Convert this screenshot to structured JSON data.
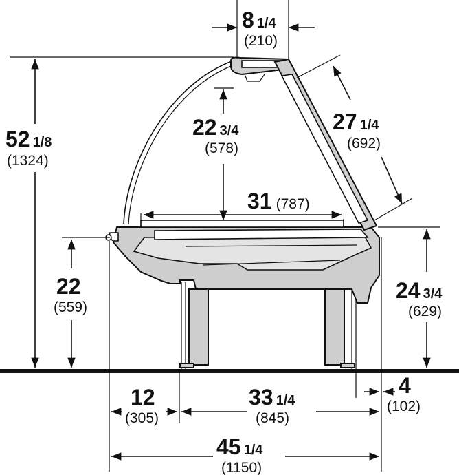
{
  "dimensions": {
    "top_width": {
      "whole": "8",
      "frac": "1/4",
      "mm": "(210)"
    },
    "total_height": {
      "whole": "52",
      "frac": "1/8",
      "mm": "(1324)"
    },
    "inner_height": {
      "whole": "22",
      "frac": "3/4",
      "mm": "(578)"
    },
    "glass_length": {
      "whole": "27",
      "frac": "1/4",
      "mm": "(692)"
    },
    "inner_depth": {
      "whole": "31",
      "frac": "",
      "mm": "(787)"
    },
    "front_height": {
      "whole": "22",
      "frac": "",
      "mm": "(559)"
    },
    "rear_height": {
      "whole": "24",
      "frac": "3/4",
      "mm": "(629)"
    },
    "front_overhang": {
      "whole": "12",
      "frac": "",
      "mm": "(305)"
    },
    "base_depth": {
      "whole": "33",
      "frac": "1/4",
      "mm": "(845)"
    },
    "rear_offset": {
      "whole": "4",
      "frac": "",
      "mm": "(102)"
    },
    "total_depth": {
      "whole": "45",
      "frac": "1/4",
      "mm": "(1150)"
    }
  }
}
